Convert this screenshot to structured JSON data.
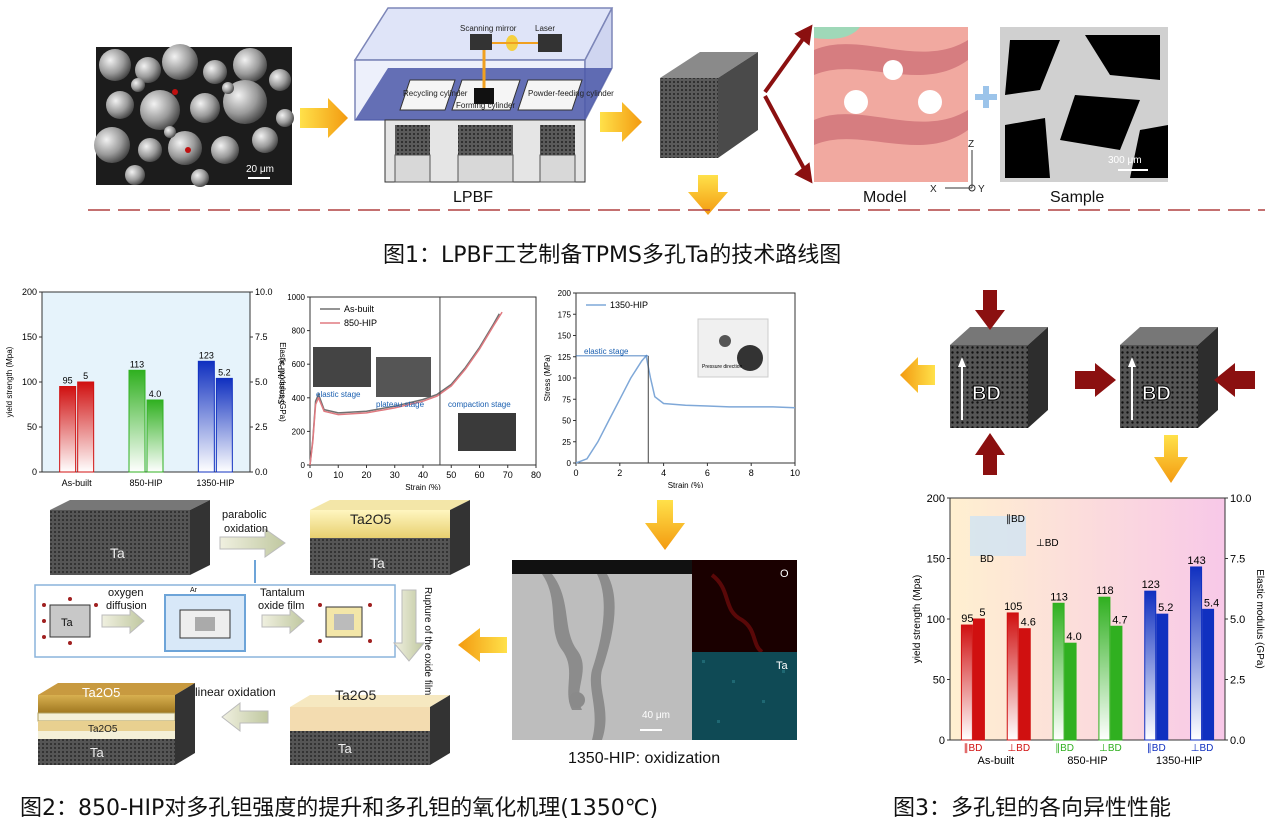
{
  "figure1": {
    "caption": "图1：LPBF工艺制备TPMS多孔Ta的技术路线图",
    "powder_scale": "20 μm",
    "lpbf_label": "LPBF",
    "scanning_label": "Scanning mirror",
    "laser_label": "Laser",
    "recycling_label": "Recycling cylinder",
    "forming_label": "Forming cylinder",
    "powder_label": "Powder-feeding cylinder",
    "model_label": "Model",
    "sample_label": "Sample",
    "sample_scale": "300 μm",
    "axis_z": "Z",
    "axis_x": "X",
    "axis_y": "Y"
  },
  "figure2": {
    "caption": "图2：850-HIP对多孔钽强度的提升和多孔钽的氧化机理(1350℃)",
    "oxid_label": "1350-HIP: oxidization",
    "sem_scale": "40 μm",
    "map_o": "O",
    "map_ta": "Ta",
    "schematic": {
      "ta": "Ta",
      "ta2o5": "Ta2O5",
      "parabolic": "parabolic",
      "oxidation": "oxidation",
      "oxygen": "oxygen",
      "diffusion": "diffusion",
      "tantalum": "Tantalum",
      "oxide_film": "oxide film",
      "rupture": "Rupture of the oxide film",
      "linear": "linear oxidation",
      "ar": "Ar"
    },
    "stress_strain_labels": {
      "elastic": "elastic stage",
      "plateau": "plateau stage",
      "compaction": "compaction stage",
      "pressure": "Pressure direction"
    }
  },
  "figure3": {
    "caption": "图3：多孔钽的各向异性性能",
    "bd": "BD",
    "par_bd": "∥BD",
    "perp_bd": "⊥BD",
    "inset_par": "∥BD",
    "inset_bd": "BD",
    "inset_perp": "⊥BD"
  },
  "chart_data": [
    {
      "type": "bar",
      "categories": [
        "As-built",
        "850-HIP",
        "1350-HIP"
      ],
      "series": [
        {
          "values": [
            95,
            113,
            123
          ]
        },
        {
          "values": [
            5,
            4.0,
            5.2
          ]
        }
      ],
      "data_labels": [
        "95",
        "5",
        "113",
        "4.0",
        "123",
        "5.2"
      ],
      "xlabel": "",
      "ylabel": "yield strength (Mpa)",
      "ylabel_right": "Elastic modulus (GPa)",
      "ylim": [
        0,
        200
      ],
      "ylim_right": [
        0,
        10
      ],
      "yticks": [
        "0",
        "50",
        "100",
        "150",
        "200"
      ],
      "yticks_right": [
        "0.0",
        "2.5",
        "5.0",
        "7.5",
        "10.0"
      ],
      "colors": [
        "#d01010",
        "#30b020",
        "#1030c0"
      ]
    },
    {
      "type": "line",
      "series": [
        {
          "name": "As-built",
          "x": [
            0,
            1,
            2,
            3,
            5,
            10,
            20,
            30,
            40,
            45,
            50,
            55,
            60,
            65,
            67
          ],
          "y": [
            0,
            150,
            380,
            420,
            330,
            310,
            320,
            350,
            390,
            420,
            480,
            580,
            700,
            840,
            900
          ]
        },
        {
          "name": "850-HIP",
          "x": [
            0,
            1,
            2,
            3,
            5,
            10,
            20,
            30,
            40,
            45,
            50,
            55,
            60,
            65,
            68
          ],
          "y": [
            0,
            140,
            360,
            400,
            320,
            300,
            310,
            340,
            380,
            410,
            470,
            570,
            690,
            830,
            910
          ]
        }
      ],
      "xlabel": "Strain (%)",
      "ylabel": "Stress (MPa)",
      "xlim": [
        0,
        80
      ],
      "ylim": [
        0,
        1000
      ],
      "xticks": [
        "0",
        "10",
        "20",
        "30",
        "40",
        "50",
        "60",
        "70",
        "80"
      ],
      "yticks": [
        "0",
        "200",
        "400",
        "600",
        "800",
        "1000"
      ],
      "colors": [
        "#707070",
        "#e07a80"
      ]
    },
    {
      "type": "line",
      "series": [
        {
          "name": "1350-HIP",
          "x": [
            0,
            0.5,
            1,
            1.5,
            2,
            2.5,
            3,
            3.2,
            3.4,
            3.6,
            4,
            5,
            6,
            7,
            8,
            9,
            10
          ],
          "y": [
            0,
            5,
            25,
            50,
            75,
            100,
            120,
            126,
            100,
            78,
            70,
            68,
            67,
            66,
            66,
            66,
            65
          ]
        }
      ],
      "xlabel": "Strain (%)",
      "ylabel": "Stress (MPa)",
      "xlim": [
        0,
        10
      ],
      "ylim": [
        0,
        200
      ],
      "xticks": [
        "0",
        "2",
        "4",
        "6",
        "8",
        "10"
      ],
      "yticks": [
        "0",
        "25",
        "50",
        "75",
        "100",
        "125",
        "150",
        "175",
        "200"
      ],
      "colors": [
        "#7fa8d8"
      ]
    },
    {
      "type": "bar",
      "categories": [
        "As-built",
        "850-HIP",
        "1350-HIP"
      ],
      "subcategories": [
        "∥BD",
        "⊥BD"
      ],
      "series": [
        {
          "values": [
            95,
            105,
            113,
            118,
            123,
            143
          ]
        },
        {
          "values": [
            5,
            4.6,
            4.0,
            4.7,
            5.2,
            5.4
          ]
        }
      ],
      "data_labels": [
        "95",
        "5",
        "105",
        "4.6",
        "113",
        "4.0",
        "118",
        "4.7",
        "123",
        "5.2",
        "143",
        "5.4"
      ],
      "xlabel": "",
      "ylabel": "yield strength (Mpa)",
      "ylabel_right": "Elastic modulus (GPa)",
      "ylim": [
        0,
        200
      ],
      "ylim_right": [
        0,
        10
      ],
      "yticks": [
        "0",
        "50",
        "100",
        "150",
        "200"
      ],
      "yticks_right": [
        "0.0",
        "2.5",
        "5.0",
        "7.5",
        "10.0"
      ],
      "colors": [
        "#d01010",
        "#30b020",
        "#1030c0"
      ]
    }
  ]
}
